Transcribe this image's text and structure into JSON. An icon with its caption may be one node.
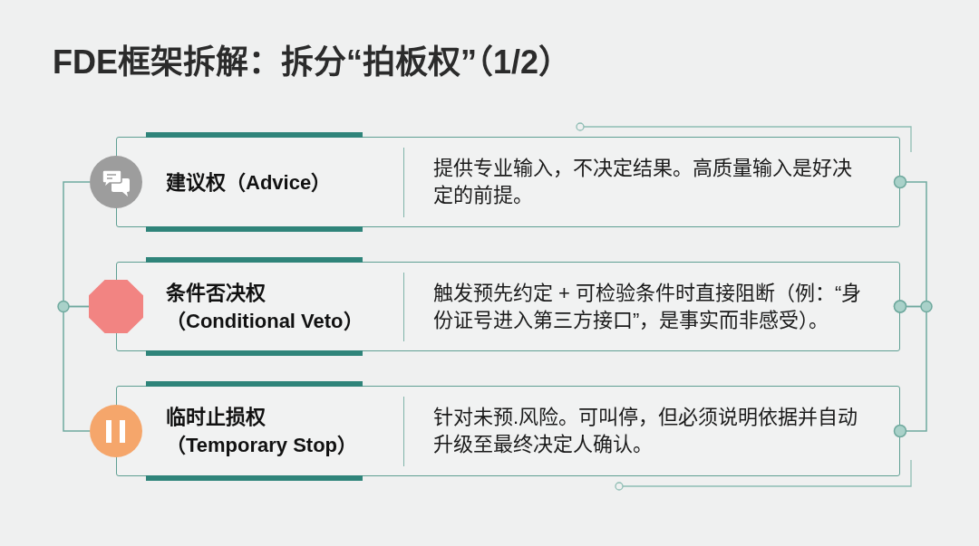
{
  "diagram": {
    "title": "FDE框架拆解：拆分“拍板权”（1/2）",
    "nodes": [
      {
        "text": [],
        "shape": "circle"
      },
      {
        "text": [
          "建议权（Advice）",
          "提供专业输入，不决定结果。高质量输入是好决定的前提。"
        ]
      },
      {
        "text": [],
        "shape": "octagon"
      },
      {
        "text": [
          "条件否决权（Conditional Veto）",
          "触发预先约定 + 可检验条件时直接阻断（例：“身份证号进入第三方接口”，是事实而非感受）。"
        ]
      },
      {
        "text": [],
        "shape": "circle"
      },
      {
        "text": [
          "临时止损权（Temporary Stop）",
          "针对未预.风险。可叫停，但必须说明依据并自动升级至最终决定人确认。"
        ]
      }
    ],
    "edges": [
      {
        "from": 0,
        "to": 2,
        "arrow": "none"
      },
      {
        "from": 2,
        "to": 4,
        "arrow": "none"
      },
      {
        "from": 1,
        "to": 3,
        "arrow": "other"
      },
      {
        "from": 3,
        "to": 5,
        "arrow": "other"
      }
    ]
  }
}
